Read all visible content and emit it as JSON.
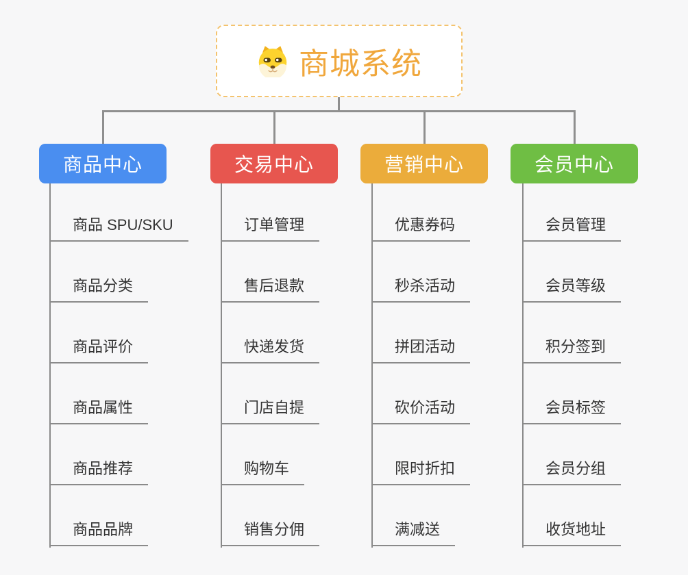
{
  "page": {
    "background_color": "#f7f7f8",
    "connector_color": "#8f8f8f"
  },
  "root": {
    "title": "商城系统",
    "icon": "dog-face-icon",
    "text_color": "#f0a73c",
    "border_color": "#f4c36e"
  },
  "branches": [
    {
      "label": "商品中心",
      "color": "#4a8ef0",
      "children": [
        "商品 SPU/SKU",
        "商品分类",
        "商品评价",
        "商品属性",
        "商品推荐",
        "商品品牌"
      ]
    },
    {
      "label": "交易中心",
      "color": "#e7564f",
      "children": [
        "订单管理",
        "售后退款",
        "快递发货",
        "门店自提",
        "购物车",
        "销售分佣"
      ]
    },
    {
      "label": "营销中心",
      "color": "#ebac3b",
      "children": [
        "优惠券码",
        "秒杀活动",
        "拼团活动",
        "砍价活动",
        "限时折扣",
        "满减送"
      ]
    },
    {
      "label": "会员中心",
      "color": "#6fbe44",
      "children": [
        "会员管理",
        "会员等级",
        "积分签到",
        "会员标签",
        "会员分组",
        "收货地址"
      ]
    }
  ]
}
